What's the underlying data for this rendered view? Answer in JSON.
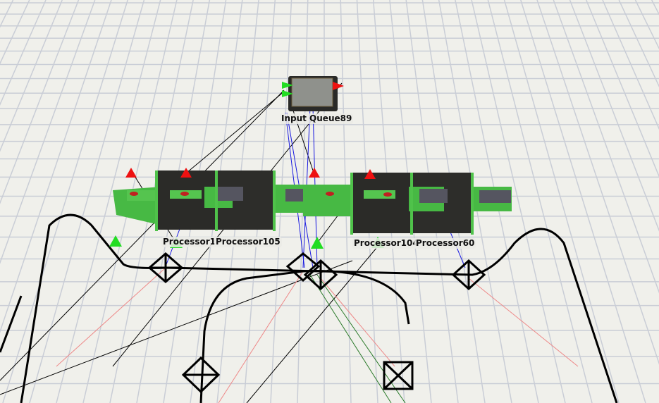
{
  "view": {
    "type": "3D model view"
  },
  "objects": [
    {
      "id": "queue",
      "label": "Input Queue89"
    },
    {
      "id": "p1",
      "label": "Processor1"
    },
    {
      "id": "p105",
      "label": "Processor105"
    },
    {
      "id": "p104",
      "label": "Processor104"
    },
    {
      "id": "p60",
      "label": "Processor60"
    }
  ],
  "colors": {
    "grid": "#c9cdd6",
    "floor": "#f0f0eb",
    "input_port": "#22dd22",
    "output_port": "#ee1111",
    "center_port": "#1010ee",
    "network_path": "#000000",
    "machine_green": "#4fc24a",
    "belt": "#2b2b28"
  }
}
